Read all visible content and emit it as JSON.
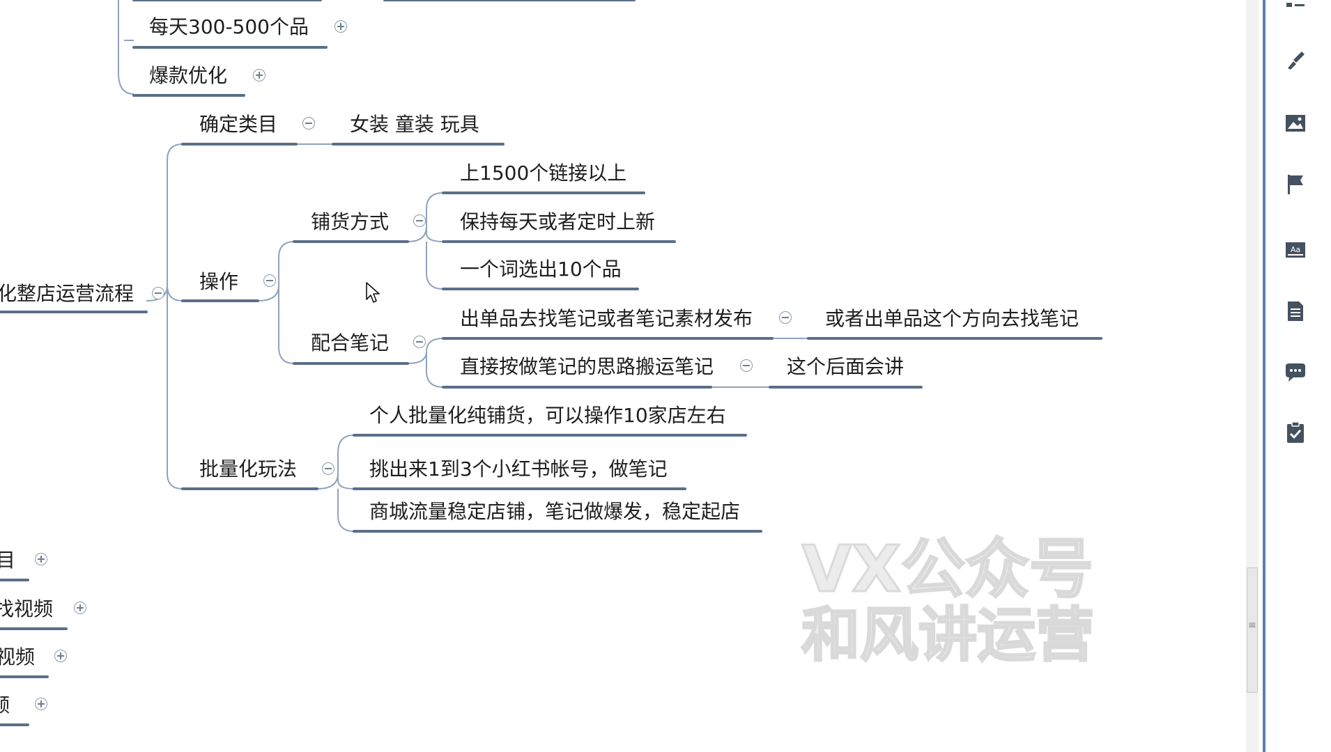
{
  "mindmap": {
    "top_partial_1": "每天300-500个品",
    "top_partial_2": "爆款优化",
    "root_partial": "化整店运营流程",
    "confirm_category": {
      "label": "确定类目",
      "child": "女装 童装  玩具"
    },
    "operation": {
      "label": "操作",
      "stocking_method": {
        "label": "铺货方式",
        "children": [
          "上1500个链接以上",
          "保持每天或者定时上新",
          "一个词选出10个品"
        ]
      },
      "with_notes": {
        "label": "配合笔记",
        "child_1": "出单品去找笔记或者笔记素材发布",
        "child_1_sub": "或者出单品这个方向去找笔记",
        "child_2": "直接按做笔记的思路搬运笔记",
        "child_2_sub": "这个后面会讲"
      }
    },
    "batch_play": {
      "label": "批量化玩法",
      "children": [
        "个人批量化纯铺货，可以操作10家店左右",
        "挑出来1到3个小红书帐号，做笔记",
        "商城流量稳定店铺，笔记做爆发，稳定起店"
      ]
    },
    "bottom_partials": [
      "目",
      "找视频",
      "视频",
      "频"
    ]
  },
  "watermark": {
    "line1": "VX公众号",
    "line2": "和风讲运营"
  },
  "side_toolbar": {
    "icons": [
      "outline-icon",
      "brush-icon",
      "image-icon",
      "flag-icon",
      "text-box-icon",
      "document-icon",
      "comment-icon",
      "task-icon"
    ]
  },
  "colors": {
    "underline": "#5a6f88",
    "connector": "#8fa3bb",
    "divider": "#5b7fb0"
  }
}
